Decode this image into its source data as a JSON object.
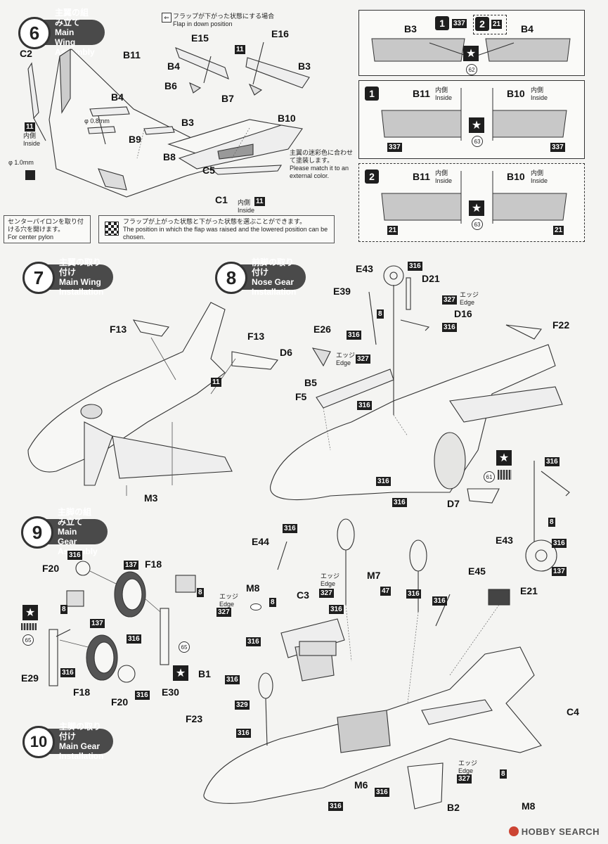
{
  "steps": [
    {
      "num": "6",
      "jp": "主翼の組み立て",
      "en": "Main Wing Assembly"
    },
    {
      "num": "7",
      "jp": "主翼の取り付け",
      "en": "Main Wing Installation"
    },
    {
      "num": "8",
      "jp": "前脚の取り付け",
      "en": "Nose Gear Installation"
    },
    {
      "num": "9",
      "jp": "主脚の組み立て",
      "en": "Main Gear Assembly"
    },
    {
      "num": "10",
      "jp": "主脚の取り付け",
      "en": "Main Gear Installation"
    }
  ],
  "step6": {
    "parts": [
      "C2",
      "B11",
      "B4",
      "B9",
      "B3",
      "B8",
      "B10",
      "C5",
      "C1",
      "E15",
      "E16",
      "B4",
      "B3",
      "B6",
      "B7"
    ],
    "paint_11": "11",
    "inside_jp": "内側",
    "inside_en": "Inside",
    "phi08": "φ 0.8mm",
    "phi10": "φ 1.0mm",
    "flap_down_jp": "フラップが下がった状態にする場合",
    "flap_down_en": "Flap in down position",
    "match_jp": "主翼の迷彩色に合わせて塗装します。",
    "match_en": "Please match it to an external color.",
    "pylon_jp": "センターパイロンを取り付ける穴を開けます。",
    "pylon_en": "For center pylon",
    "flap_choice_jp": "フラップが上がった状態と下がった状態を選ぶことができます。",
    "flap_choice_en": "The position in which the flap was raised and the lowered position can be chosen."
  },
  "panel_top": {
    "b3": "B3",
    "b4": "B4",
    "v1": "1",
    "v2": "2",
    "p337": "337",
    "p21": "21",
    "p62": "62"
  },
  "panel_mid": {
    "b11": "B11",
    "b10": "B10",
    "inside_jp": "内側",
    "inside_en": "Inside",
    "p337": "337",
    "p63": "63",
    "v1": "1"
  },
  "panel_bot": {
    "b11": "B11",
    "b10": "B10",
    "inside_jp": "内側",
    "inside_en": "Inside",
    "p21": "21",
    "p63": "63",
    "v2": "2"
  },
  "step7": {
    "f13a": "F13",
    "f13b": "F13",
    "p11": "11",
    "m3": "M3"
  },
  "step8": {
    "e43": "E43",
    "p316a": "316",
    "d21": "D21",
    "e39": "E39",
    "p8": "8",
    "p327a": "327",
    "edge_jp": "エッジ",
    "edge_en": "Edge",
    "d16": "D16",
    "p316b": "316",
    "e26": "E26",
    "p316c": "316",
    "f22": "F22",
    "d6": "D6",
    "p327b": "327",
    "b5": "B5",
    "p316d": "316",
    "f5": "F5",
    "p316e": "316",
    "p316f": "316",
    "d7": "D7",
    "p61": "61",
    "p316g": "316",
    "p8b": "8",
    "e43b": "E43",
    "p316h": "316",
    "p137": "137"
  },
  "step9": {
    "f20": "F20",
    "p316a": "316",
    "p137a": "137",
    "f18": "F18",
    "p8a": "8",
    "p8b": "8",
    "p137b": "137",
    "p65a": "65",
    "e29": "E29",
    "p316b": "316",
    "f18b": "F18",
    "f20b": "F20",
    "p316c": "316",
    "p316d": "316",
    "p65b": "65",
    "e30": "E30",
    "b1": "B1",
    "p327": "327",
    "edge_jp": "エッジ",
    "edge_en": "Edge"
  },
  "step10": {
    "e44": "E44",
    "p316a": "316",
    "m8": "M8",
    "p8": "8",
    "c3": "C3",
    "p327": "327",
    "p316b": "316",
    "m7": "M7",
    "p47": "47",
    "p316c": "316",
    "e45": "E45",
    "p316d": "316",
    "e21": "E21",
    "p316e": "316",
    "p316f": "316",
    "p329": "329",
    "f23": "F23",
    "p316g": "316",
    "c4": "C4",
    "p8b": "8",
    "m8b": "M8",
    "m6": "M6",
    "p316h": "316",
    "p327b": "327",
    "b2": "B2",
    "p316i": "316",
    "edge_jp": "エッジ",
    "edge_en": "Edge"
  },
  "watermark": "HOBBY SEARCH",
  "colors": {
    "dark": "#1e1e1e",
    "tab": "#4a4a4a",
    "paper": "#f4f4f2"
  }
}
